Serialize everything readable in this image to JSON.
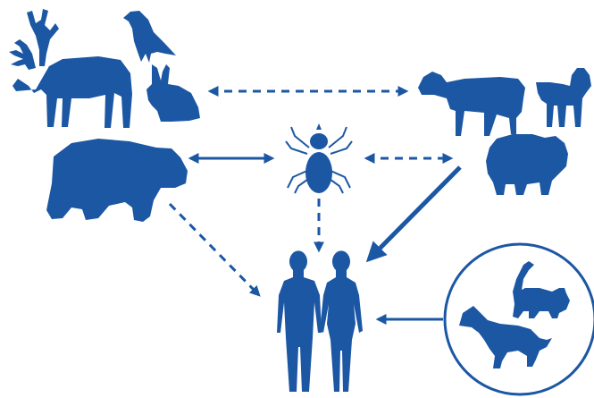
{
  "colors": {
    "accent": "#1c57a4",
    "background": "#ffffff"
  },
  "nodes": {
    "wildlife": [
      "reindeer-icon",
      "raven-icon",
      "rabbit-icon",
      "bear-icon"
    ],
    "vector": [
      "tick-icon"
    ],
    "livestock": [
      "cow-icon",
      "goat-icon",
      "sheep-icon"
    ],
    "humans": [
      "human-male-icon",
      "human-female-icon"
    ],
    "pets": [
      "cat-icon",
      "dog-icon"
    ]
  },
  "links": [
    {
      "from": "wildlife",
      "to": "livestock",
      "style": "dashed",
      "direction": "both"
    },
    {
      "from": "bear",
      "to": "tick",
      "style": "solid",
      "direction": "both"
    },
    {
      "from": "tick",
      "to": "livestock",
      "style": "dashed",
      "direction": "both"
    },
    {
      "from": "tick",
      "to": "humans",
      "style": "dashed",
      "direction": "to"
    },
    {
      "from": "bear",
      "to": "humans",
      "style": "dashed",
      "direction": "to"
    },
    {
      "from": "livestock",
      "to": "humans",
      "style": "solid-thick",
      "direction": "to"
    },
    {
      "from": "pets",
      "to": "humans",
      "style": "solid",
      "direction": "to"
    }
  ]
}
